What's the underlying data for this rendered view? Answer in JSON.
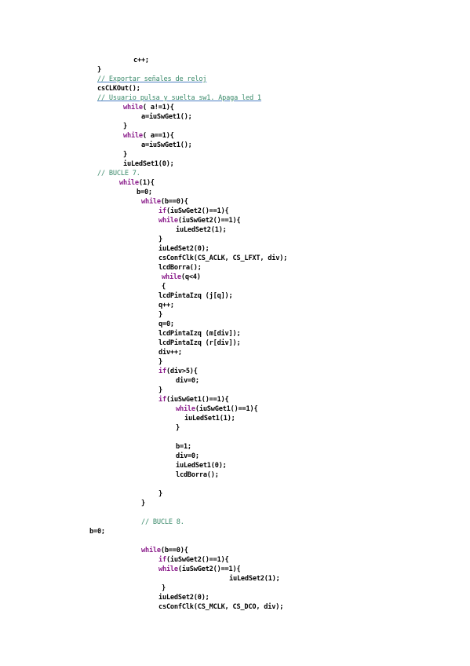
{
  "code": {
    "lines": [
      {
        "text": "c++;",
        "kind": "plain"
      },
      {
        "text": "}",
        "kind": "plain"
      },
      {
        "text": "// Exportar señales de reloj",
        "kind": "comment"
      },
      {
        "text": "csCLKOut();",
        "kind": "plain"
      },
      {
        "text": "// Usuario pulsa y suelta sw1. Apaga led 1",
        "kind": "comment"
      },
      {
        "kw": "while",
        "rest": "( a!=1){",
        "kind": "kw"
      },
      {
        "text": "a=iuSwGet1();",
        "kind": "plain"
      },
      {
        "text": "}",
        "kind": "plain"
      },
      {
        "kw": "while",
        "rest": "( a==1){",
        "kind": "kw"
      },
      {
        "text": "a=iuSwGet1();",
        "kind": "plain"
      },
      {
        "text": "}",
        "kind": "plain"
      },
      {
        "text": "iuLedSet1(0);",
        "kind": "plain"
      },
      {
        "text": "// BUCLE 7.",
        "kind": "comment"
      },
      {
        "kw": "while",
        "rest": "(1){",
        "kind": "kw"
      },
      {
        "text": "b=0;",
        "kind": "plain"
      },
      {
        "kw": "while",
        "rest": "(b==0){",
        "kind": "kw"
      },
      {
        "kw": "if",
        "rest": "(iuSwGet2()==1){",
        "kind": "kw"
      },
      {
        "kw": "while",
        "rest": "(iuSwGet2()==1){",
        "kind": "kw"
      },
      {
        "text": "iuLedSet2(1);",
        "kind": "plain"
      },
      {
        "text": "}",
        "kind": "plain"
      },
      {
        "text": "iuLedSet2(0);",
        "kind": "plain"
      },
      {
        "text": "csConfClk(CS_ACLK, CS_LFXT, div);",
        "kind": "plain"
      },
      {
        "text": "lcdBorra();",
        "kind": "plain"
      },
      {
        "kw": "while",
        "rest": "(q<4)",
        "kind": "kw"
      },
      {
        "text": "{",
        "kind": "plain"
      },
      {
        "text": "lcdPintaIzq (j[q]);",
        "kind": "plain"
      },
      {
        "text": "q++;",
        "kind": "plain"
      },
      {
        "text": "}",
        "kind": "plain"
      },
      {
        "text": "q=0;",
        "kind": "plain"
      },
      {
        "text": "lcdPintaIzq (m[div]);",
        "kind": "plain"
      },
      {
        "text": "lcdPintaIzq (r[div]);",
        "kind": "plain"
      },
      {
        "text": "div++;",
        "kind": "plain"
      },
      {
        "text": "}",
        "kind": "plain"
      },
      {
        "kw": "if",
        "rest": "(div>5){",
        "kind": "kw"
      },
      {
        "text": "div=0;",
        "kind": "plain"
      },
      {
        "text": "}",
        "kind": "plain"
      },
      {
        "kw": "if",
        "rest": "(iuSwGet1()==1){",
        "kind": "kw"
      },
      {
        "kw": "while",
        "rest": "(iuSwGet1()==1){",
        "kind": "kw"
      },
      {
        "text": "iuLedSet1(1);",
        "kind": "plain"
      },
      {
        "text": "}",
        "kind": "plain"
      },
      {
        "text": "b=1;",
        "kind": "plain"
      },
      {
        "text": "div=0;",
        "kind": "plain"
      },
      {
        "text": "iuLedSet1(0);",
        "kind": "plain"
      },
      {
        "text": "lcdBorra();",
        "kind": "plain"
      },
      {
        "text": "}",
        "kind": "plain"
      },
      {
        "text": "}",
        "kind": "plain"
      },
      {
        "text": "// BUCLE 8.",
        "kind": "comment"
      },
      {
        "text": "b=0;",
        "kind": "plain"
      },
      {
        "kw": "while",
        "rest": "(b==0){",
        "kind": "kw"
      },
      {
        "kw": "if",
        "rest": "(iuSwGet2()==1){",
        "kind": "kw"
      },
      {
        "kw": "while",
        "rest": "(iuSwGet2()==1){",
        "kind": "kw"
      },
      {
        "text": "iuLedSet2(1);",
        "kind": "plain"
      },
      {
        "text": "}",
        "kind": "plain"
      },
      {
        "text": "iuLedSet2(0);",
        "kind": "plain"
      },
      {
        "text": "csConfClk(CS_MCLK, CS_DCO, div);",
        "kind": "plain"
      }
    ]
  }
}
